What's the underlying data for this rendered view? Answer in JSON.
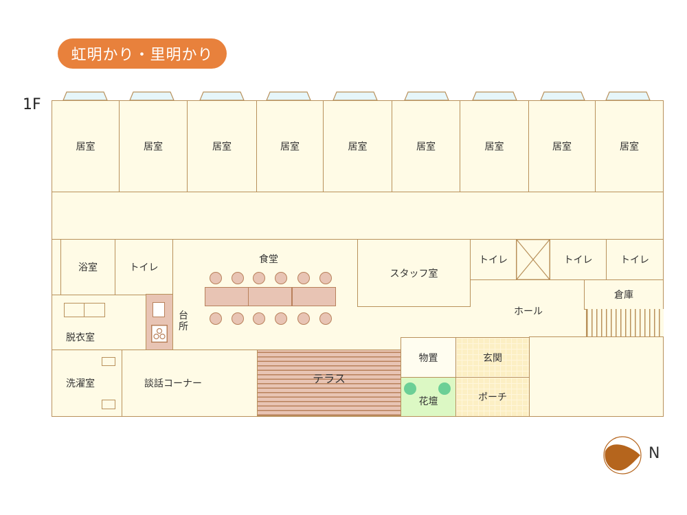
{
  "header": {
    "title": "虹明かり・里明かり",
    "floor": "1F",
    "accent_color": "#e8813c"
  },
  "rooms": {
    "living": [
      "居室",
      "居室",
      "居室",
      "居室",
      "居室",
      "居室",
      "居室",
      "居室",
      "居室"
    ],
    "bath": "浴室",
    "toilet_west": "トイレ",
    "dining": "食堂",
    "kitchen": "台所",
    "dressing": "脱衣室",
    "laundry": "洗濯室",
    "lounge": "談話コーナー",
    "terrace": "テラス",
    "storage_shed": "物置",
    "flowerbed": "花壇",
    "entrance": "玄関",
    "porch": "ポーチ",
    "staff": "スタッフ室",
    "toilet_1": "トイレ",
    "toilet_2": "トイレ",
    "toilet_3": "トイレ",
    "warehouse": "倉庫",
    "hall": "ホール"
  },
  "compass": {
    "label": "N",
    "color": "#b5651d"
  },
  "colors": {
    "wall": "#b8905a",
    "floor": "#fffbe6",
    "furniture": "#e8c4b4",
    "flowerbed": "#dcf8c4",
    "shrub": "#6ccf96",
    "window": "#e6f6fa"
  }
}
